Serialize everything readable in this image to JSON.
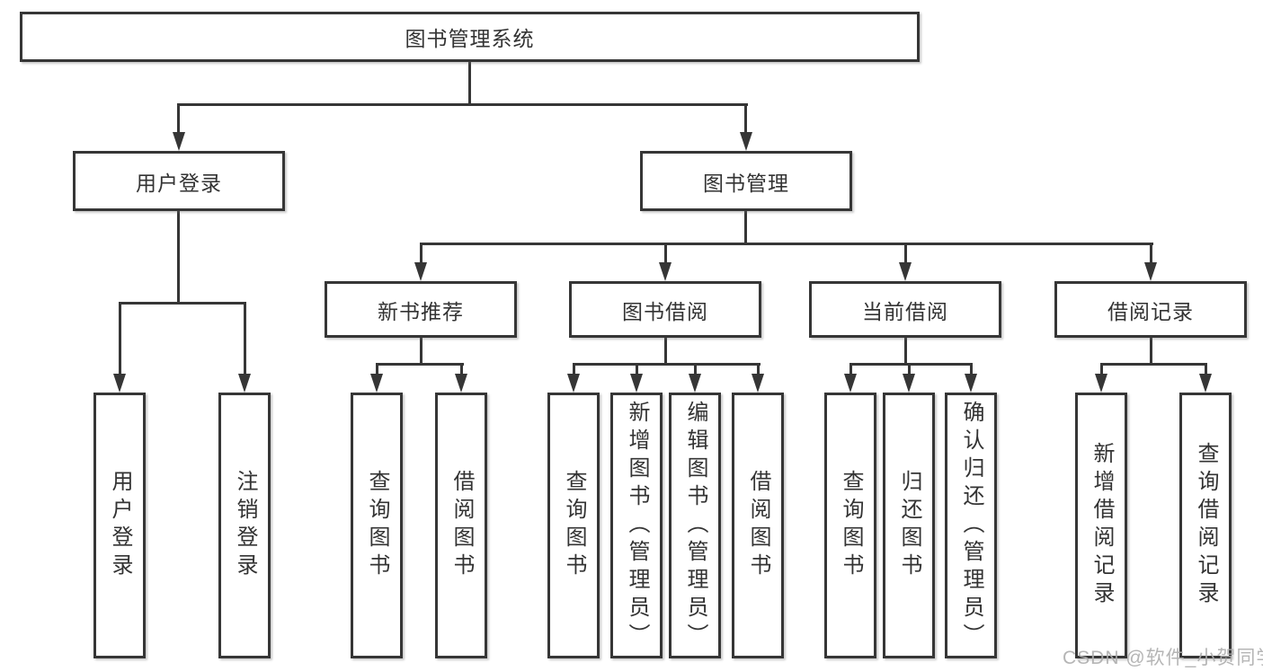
{
  "diagram": {
    "title": "图书管理系统",
    "level2": [
      {
        "label": "用户登录"
      },
      {
        "label": "图书管理"
      }
    ],
    "level3": [
      {
        "label": "新书推荐"
      },
      {
        "label": "图书借阅"
      },
      {
        "label": "当前借阅"
      },
      {
        "label": "借阅记录"
      }
    ],
    "leaves": [
      {
        "label": "用户登录"
      },
      {
        "label": "注销登录"
      },
      {
        "label": "查询图书"
      },
      {
        "label": "借阅图书"
      },
      {
        "label": "查询图书"
      },
      {
        "label": "新增图书（管理员）"
      },
      {
        "label": "编辑图书（管理员）"
      },
      {
        "label": "借阅图书"
      },
      {
        "label": "查询图书"
      },
      {
        "label": "归还图书"
      },
      {
        "label": "确认归还（管理员）"
      },
      {
        "label": "新增借阅记录"
      },
      {
        "label": "查询借阅记录"
      }
    ]
  },
  "watermark": {
    "text": "CSDN @软件_小贺同学"
  },
  "colors": {
    "line": "#363636",
    "text": "#333333",
    "background": "#ffffff",
    "watermark": "#adadad"
  }
}
